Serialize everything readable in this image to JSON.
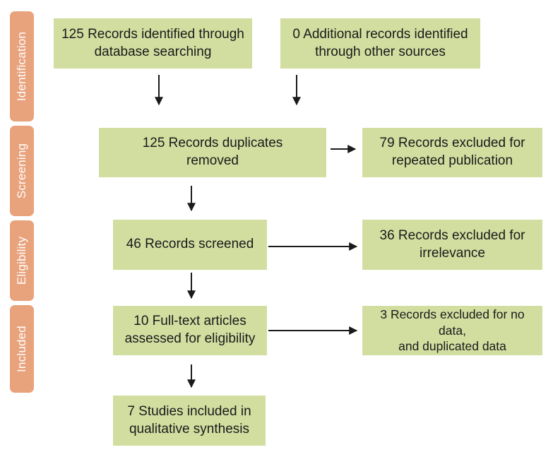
{
  "phases": {
    "identification": "Identification",
    "screening": "Screening",
    "eligibility": "Eligibility",
    "included": "Included"
  },
  "boxes": {
    "records_database": "125 Records identified through\ndatabase searching",
    "records_other": "0 Additional records identified\nthrough other sources",
    "duplicates_removed": "125 Records duplicates\nremoved",
    "excluded_repeated": "79 Records excluded for\nrepeated publication",
    "records_screened": "46 Records screened",
    "excluded_irrelevance": "36 Records excluded for\nirrelevance",
    "fulltext_assessed": "10 Full-text articles\nassessed for eligibility",
    "excluded_no_data": "3 Records excluded for no data,\nand duplicated data",
    "studies_included": "7 Studies included in\nqualitative synthesis"
  },
  "colors": {
    "phase_fill": "#e8a27c",
    "box_fill": "#d1dea0",
    "arrow": "#1a1a1a"
  }
}
